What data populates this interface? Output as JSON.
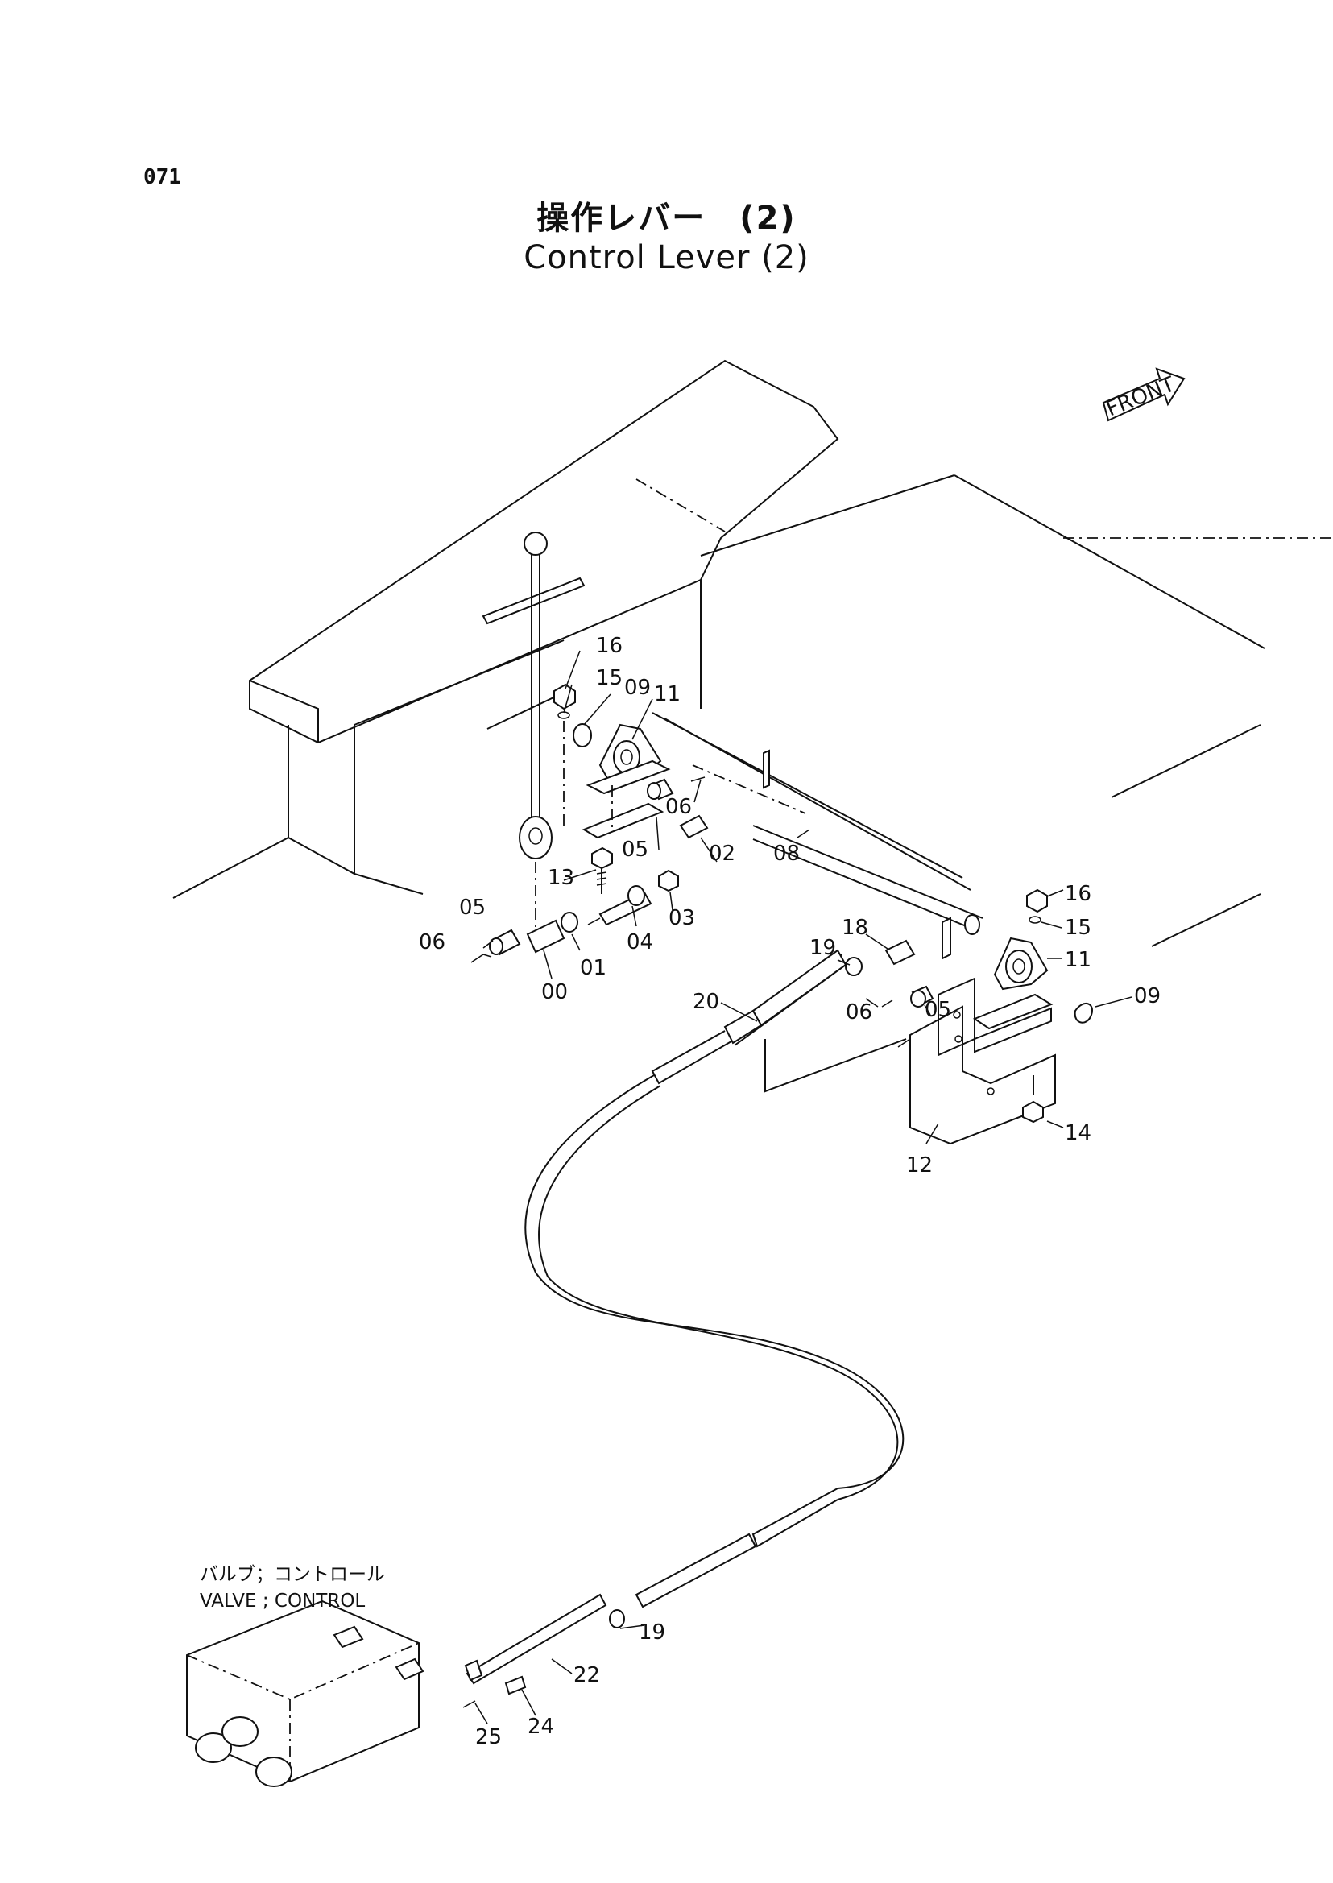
{
  "page_number": "071",
  "title_jp": "操作レバー　(2)",
  "title_en": "Control Lever (2)",
  "front_label": "FRONT",
  "valve_label_jp": "バルブ；コントロール",
  "valve_label_en": "VALVE ; CONTROL",
  "part_labels": {
    "p16a": "16",
    "p15a": "15",
    "p09a": "09",
    "p11a": "11",
    "p06a": "06",
    "p05a": "05",
    "p13": "13",
    "p02": "02",
    "p08": "08",
    "p03": "03",
    "p04": "04",
    "p05b": "05",
    "p06b": "06",
    "p01": "01",
    "p00": "00",
    "p16b": "16",
    "p15b": "15",
    "p11b": "11",
    "p09b": "09",
    "p18": "18",
    "p19a": "19",
    "p06c": "06",
    "p05c": "05",
    "p20": "20",
    "p14": "14",
    "p12": "12",
    "p19b": "19",
    "p22": "22",
    "p24": "24",
    "p25": "25"
  }
}
